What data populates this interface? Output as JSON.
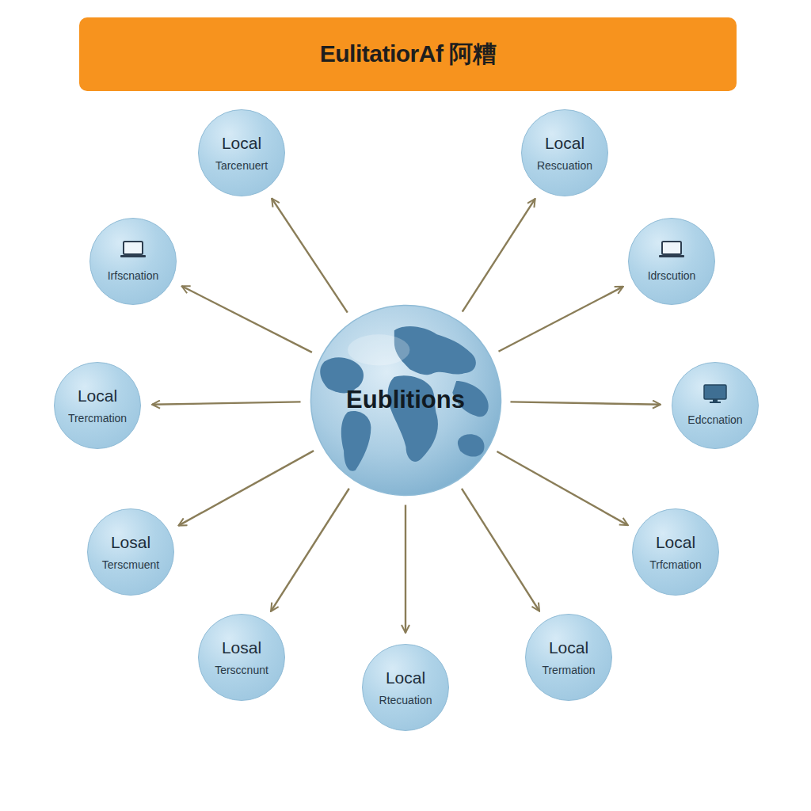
{
  "diagram": {
    "title": "EulitatiorAf 阿糟",
    "nodes": [
      {
        "text": [
          "Local",
          "Tarcenuert"
        ]
      },
      {
        "text": [
          "Local",
          "Rescuation"
        ]
      },
      {
        "text": [
          "Irfscnation"
        ]
      },
      {
        "text": [
          "Idrscution"
        ]
      },
      {
        "text": [
          "Eublitions"
        ]
      },
      {
        "text": [
          "Local",
          "Trercmation"
        ]
      },
      {
        "text": [
          "Edccnation"
        ]
      },
      {
        "text": [
          "Losal",
          "Terscmuent"
        ]
      },
      {
        "text": [
          "Local",
          "Trfcmation"
        ]
      },
      {
        "text": [
          "Losal",
          "Tersccnunt"
        ]
      },
      {
        "text": [
          "Local",
          "Trermation"
        ]
      },
      {
        "text": [
          "Local",
          "Rtecuation"
        ]
      }
    ],
    "edges": [
      {
        "from": 4,
        "to": 0,
        "arrow": "to"
      },
      {
        "from": 4,
        "to": 1,
        "arrow": "to"
      },
      {
        "from": 4,
        "to": 2,
        "arrow": "to"
      },
      {
        "from": 4,
        "to": 3,
        "arrow": "to"
      },
      {
        "from": 4,
        "to": 5,
        "arrow": "to"
      },
      {
        "from": 4,
        "to": 6,
        "arrow": "to"
      },
      {
        "from": 4,
        "to": 7,
        "arrow": "to"
      },
      {
        "from": 4,
        "to": 8,
        "arrow": "to"
      },
      {
        "from": 4,
        "to": 9,
        "arrow": "to"
      },
      {
        "from": 4,
        "to": 10,
        "arrow": "to"
      },
      {
        "from": 4,
        "to": 11,
        "arrow": "to"
      }
    ]
  }
}
